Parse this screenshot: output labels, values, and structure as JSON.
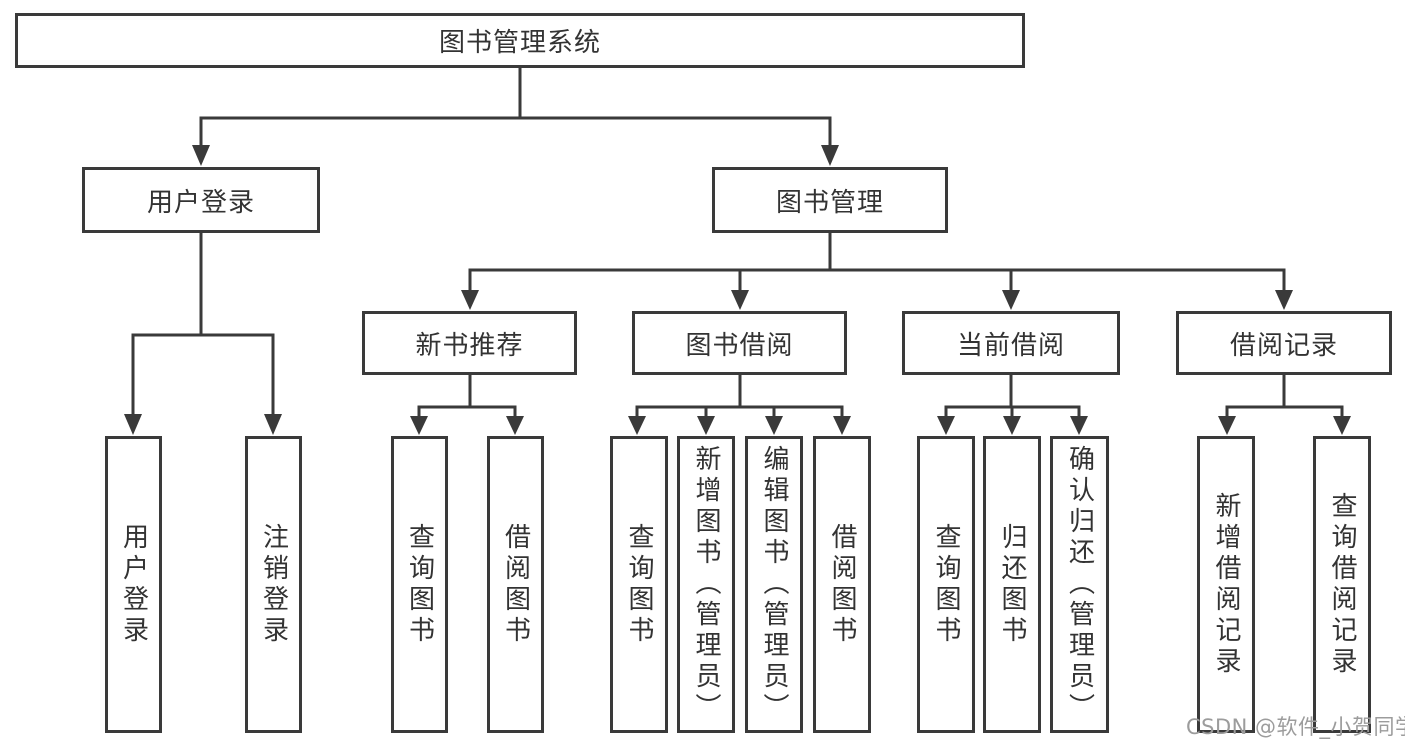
{
  "colors": {
    "line": "#3a3a3a",
    "text": "#333333",
    "box_background": "#ffffff",
    "watermark": "#9c9c9c",
    "background": "#ffffff"
  },
  "watermark": "CSDN @软件_小贺同学",
  "tree": {
    "label": "图书管理系统",
    "children": [
      {
        "label": "用户登录",
        "children": [
          {
            "label": "用户登录"
          },
          {
            "label": "注销登录"
          }
        ]
      },
      {
        "label": "图书管理",
        "children": [
          {
            "label": "新书推荐",
            "children": [
              {
                "label": "查询图书"
              },
              {
                "label": "借阅图书"
              }
            ]
          },
          {
            "label": "图书借阅",
            "children": [
              {
                "label": "查询图书"
              },
              {
                "label": "新增图书（管理员）"
              },
              {
                "label": "编辑图书（管理员）"
              },
              {
                "label": "借阅图书"
              }
            ]
          },
          {
            "label": "当前借阅",
            "children": [
              {
                "label": "查询图书"
              },
              {
                "label": "归还图书"
              },
              {
                "label": "确认归还（管理员）"
              }
            ]
          },
          {
            "label": "借阅记录",
            "children": [
              {
                "label": "新增借阅记录"
              },
              {
                "label": "查询借阅记录"
              }
            ]
          }
        ]
      }
    ]
  }
}
